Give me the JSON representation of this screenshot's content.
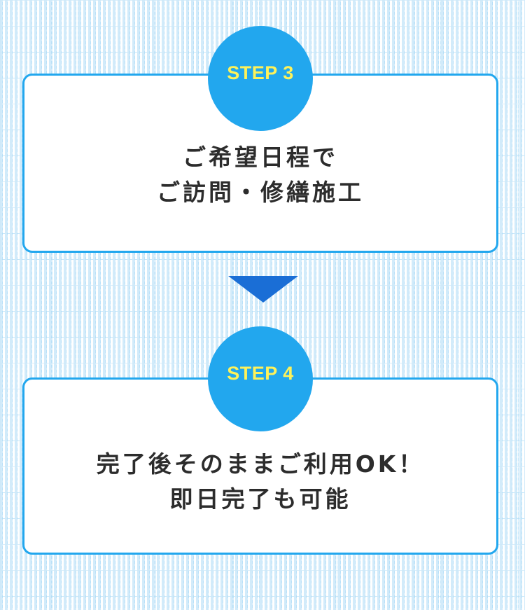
{
  "steps": [
    {
      "label": "STEP 3",
      "lines": [
        "ご希望日程で",
        "ご訪問・修繕施工"
      ]
    },
    {
      "label": "STEP 4",
      "lines": [
        "完了後そのままご利用OK！",
        "即日完了も可能"
      ]
    }
  ],
  "colors": {
    "accent": "#22a7ee",
    "step_label": "#fdf25a",
    "arrow": "#1a6ed6",
    "text": "#2c2c2c"
  },
  "icons": {
    "arrow": "triangle-down-icon"
  }
}
